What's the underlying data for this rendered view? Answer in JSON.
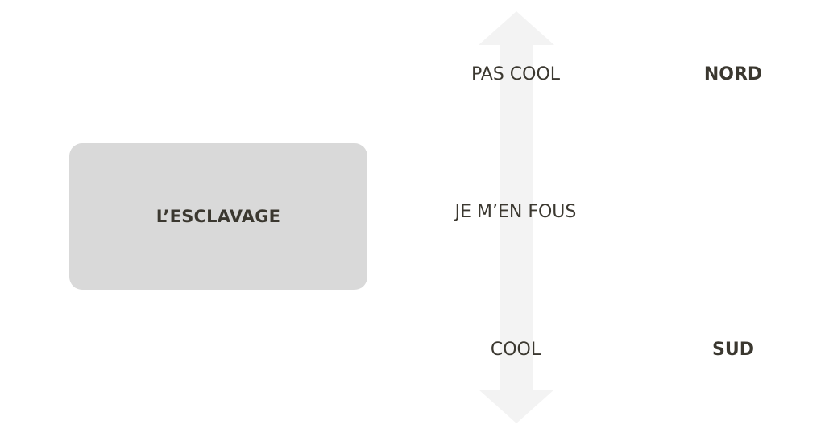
{
  "subject": {
    "label": "L’ESCLAVAGE"
  },
  "scale": {
    "top_label": "PAS COOL",
    "middle_label": "JE M’EN FOUS",
    "bottom_label": "COOL"
  },
  "directions": {
    "top": "NORD",
    "bottom": "SUD"
  },
  "colors": {
    "box_fill": "#d9d9d9",
    "arrow_fill": "#f3f3f3",
    "text": "#3b3830"
  }
}
